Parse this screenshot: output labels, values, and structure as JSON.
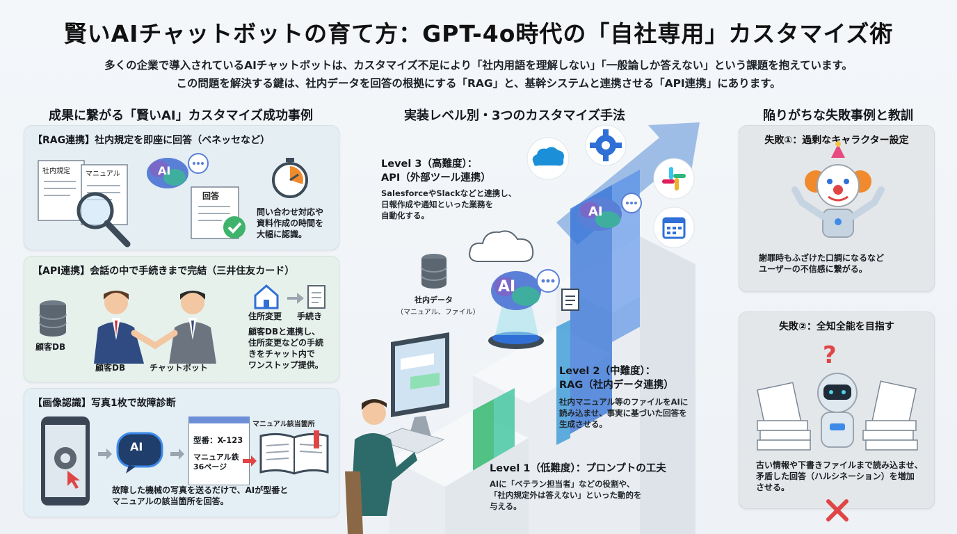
{
  "header": {
    "title": "賢いAIチャットボットの育て方：GPT-4o時代の「自社専用」カスタマイズ術",
    "subtitle_line1": "多くの企業で導入されているAIチャットボットは、カスタマイズ不足により「社内用語を理解しない」「一般論しか答えない」という課題を抱えています。",
    "subtitle_line2": "この問題を解決する鍵は、社内データを回答の根拠にする「RAG」と、基幹システムと連携させる「API連携」にあります。"
  },
  "left": {
    "heading": "成果に繋がる「賢いAI」カスタマイズ成功事例",
    "card1": {
      "title": "【RAG連携】社内規定を即座に回答（ベネッセなど）",
      "doc1": "社内規定",
      "doc2": "マニュアル",
      "ai": "AI",
      "answer": "回答",
      "desc": "問い合わせ対応や\n資料作成の時間を\n大幅に認識。"
    },
    "card2": {
      "title": "【API連携】会話の中で手続きまで完結（三井住友カード）",
      "db": "顧客DB",
      "person1": "顧客DB",
      "person2": "チャットボット",
      "step1": "住所変更",
      "step2": "手続き",
      "desc": "顧客DBと連携し、\n住所変更などの手続\nきをチャット内で\nワンストップ提供。"
    },
    "card3": {
      "title": "【画像認識】写真1枚で故障診断",
      "ai": "AI",
      "model": "型番：X-123",
      "manual": "マニュアル鉄\n36ページ",
      "book": "マニュアル該当箇所",
      "desc": "故障した機械の写真を送るだけで、AIが型番と\nマニュアルの該当箇所を回答。"
    }
  },
  "center": {
    "heading": "実装レベル別・3つのカスタマイズ手法",
    "level3_title": "Level 3（高難度）：\nAPI（外部ツール連携）",
    "level3_desc": "SalesforceやSlackなどと連携し、\n日報作成や通知といった業務を\n自動化する。",
    "level2_title": "Level 2（中難度）：\nRAG（社内データ連携）",
    "level2_desc": "社内マニュアル等のファイルをAIに\n読み込ませ、事実に基づいた回答を\n生成させる。",
    "level1_title": "Level 1（低難度）：プロンプトの工夫",
    "level1_desc": "AIに「ベテラン担当者」などの役割や、\n「社内規定外は答えない」といった動的を\n与える。",
    "db_label": "社内データ",
    "db_sub": "（マニュアル、ファイル）",
    "ai_center": "AI",
    "ai_top": "AI"
  },
  "right": {
    "heading": "陥りがちな失敗事例と教訓",
    "fail1_title": "失敗①：過剰なキャラクター設定",
    "fail1_desc": "謝罪時もふざけた口調になるなど\nユーザーの不信感に繋がる。",
    "fail2_title": "失敗②：全知全能を目指す",
    "fail2_desc": "古い情報や下書きファイルまで読み込ませ、\n矛盾した回答（ハルシネーション）を増加\nさせる。"
  },
  "colors": {
    "accent_blue": "#2f6fd6",
    "accent_green": "#2fb36a",
    "warn_red": "#e04545"
  }
}
